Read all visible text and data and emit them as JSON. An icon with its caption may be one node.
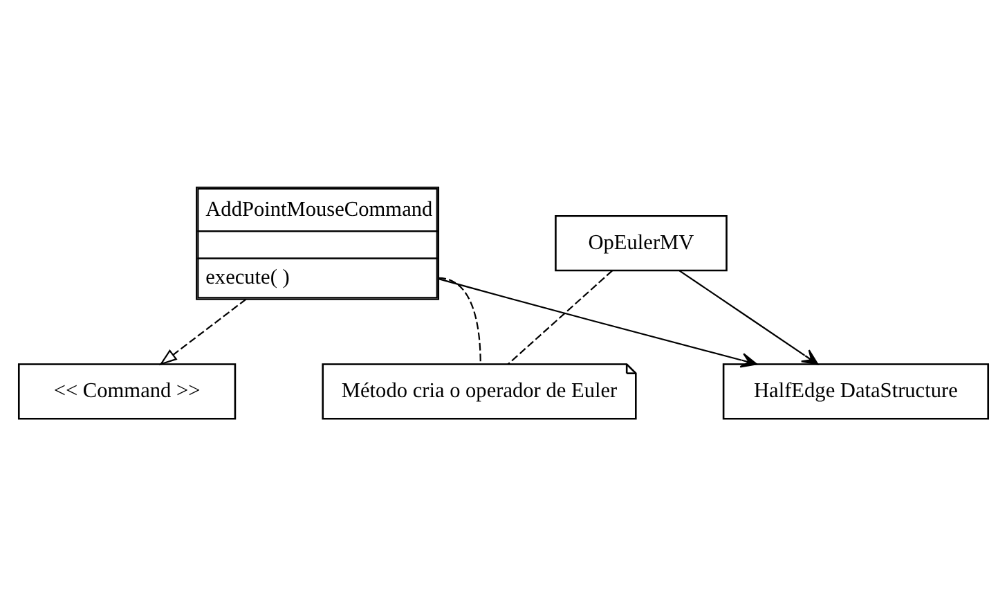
{
  "diagram": {
    "nodes": [
      {
        "text": [
          "<< Command >>"
        ]
      },
      {
        "text": [
          "HalfEdge DataStructure"
        ]
      },
      {
        "text": [
          "AddPointMouseCommand",
          "execute( )"
        ]
      },
      {
        "text": [
          "OpEulerMV"
        ]
      },
      {
        "text": [
          "Método cria o operador de Euler"
        ]
      }
    ],
    "edges": [
      {
        "from": 2,
        "to": 0,
        "arrow": "to",
        "style": "dashed"
      },
      {
        "from": 2,
        "to": 1,
        "arrow": "to"
      },
      {
        "from": 3,
        "to": 1,
        "arrow": "to"
      },
      {
        "from": 2,
        "to": 4,
        "arrow": "none",
        "style": "dashed"
      },
      {
        "from": 3,
        "to": 4,
        "arrow": "none",
        "style": "dashed"
      }
    ]
  }
}
